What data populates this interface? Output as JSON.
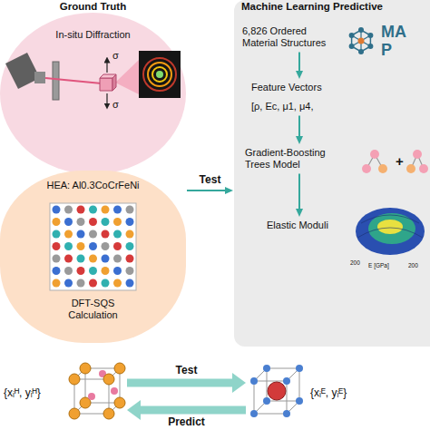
{
  "diagram": {
    "nodes": [
      {
        "text": [
          "Ground Truth"
        ]
      },
      {
        "text": [
          "In-situ Diffraction"
        ],
        "in": 0
      },
      {
        "text": [
          "HEA: Al0.3CoCrFeNi",
          "DFT-SQS Calculation"
        ],
        "in": 0
      },
      {
        "text": [
          "Machine Learning Predictive"
        ]
      },
      {
        "text": [
          "6,826 Ordered Material Structures"
        ],
        "in": 3
      },
      {
        "text": [
          "Feature Vectors",
          "[ρ, Ec, μ1, μ4,"
        ],
        "in": 3
      },
      {
        "text": [
          "Gradient-Boosting Trees Model"
        ],
        "in": 3
      },
      {
        "text": [
          "Elastic Moduli"
        ],
        "in": 3
      },
      {
        "text": [
          "{xᵢᴴ, yᵢᴴ}"
        ]
      },
      {
        "text": [
          "{xᵢᴱ, yᵢᴱ}"
        ]
      }
    ],
    "edges": [
      {
        "from": 0,
        "to": 3,
        "arrow": "to",
        "label": "Test"
      },
      {
        "from": 4,
        "to": 5,
        "arrow": "to"
      },
      {
        "from": 5,
        "to": 6,
        "arrow": "to"
      },
      {
        "from": 6,
        "to": 7,
        "arrow": "to"
      },
      {
        "from": 8,
        "to": 9,
        "arrow": "to",
        "label": "Test"
      },
      {
        "from": 9,
        "to": 8,
        "arrow": "to",
        "label": "Predict"
      }
    ],
    "labels": [
      "σ",
      "σ",
      "MA",
      "P",
      "+",
      "200",
      "E [GPa]",
      "200"
    ]
  }
}
